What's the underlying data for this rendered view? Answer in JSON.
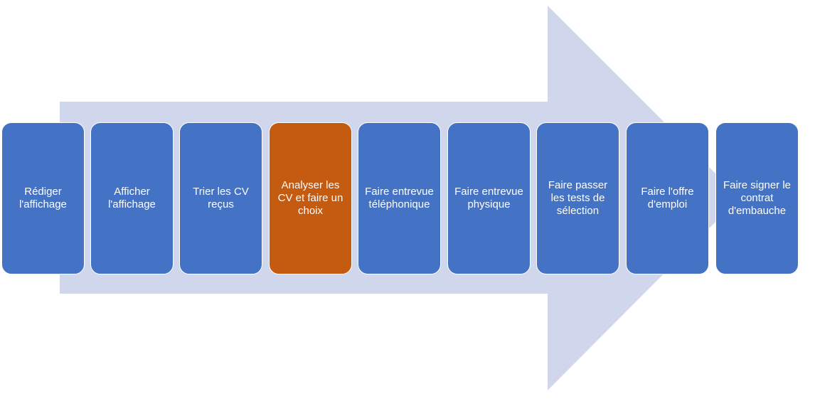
{
  "diagram": {
    "colors": {
      "arrow": "#d0d6ec",
      "step": "#4472c4",
      "active_step": "#c55a11",
      "text": "#ffffff"
    },
    "steps": [
      {
        "label": "Rédiger l'affichage",
        "active": false
      },
      {
        "label": "Afficher l'affichage",
        "active": false
      },
      {
        "label": "Trier les CV reçus",
        "active": false
      },
      {
        "label": "Analyser les CV et faire un choix",
        "active": true
      },
      {
        "label": "Faire entrevue téléphonique",
        "active": false
      },
      {
        "label": "Faire entrevue physique",
        "active": false
      },
      {
        "label": "Faire passer les tests de sélection",
        "active": false
      },
      {
        "label": "Faire l'offre d'emploi",
        "active": false
      },
      {
        "label": "Faire signer le contrat d'embauche",
        "active": false
      }
    ]
  }
}
